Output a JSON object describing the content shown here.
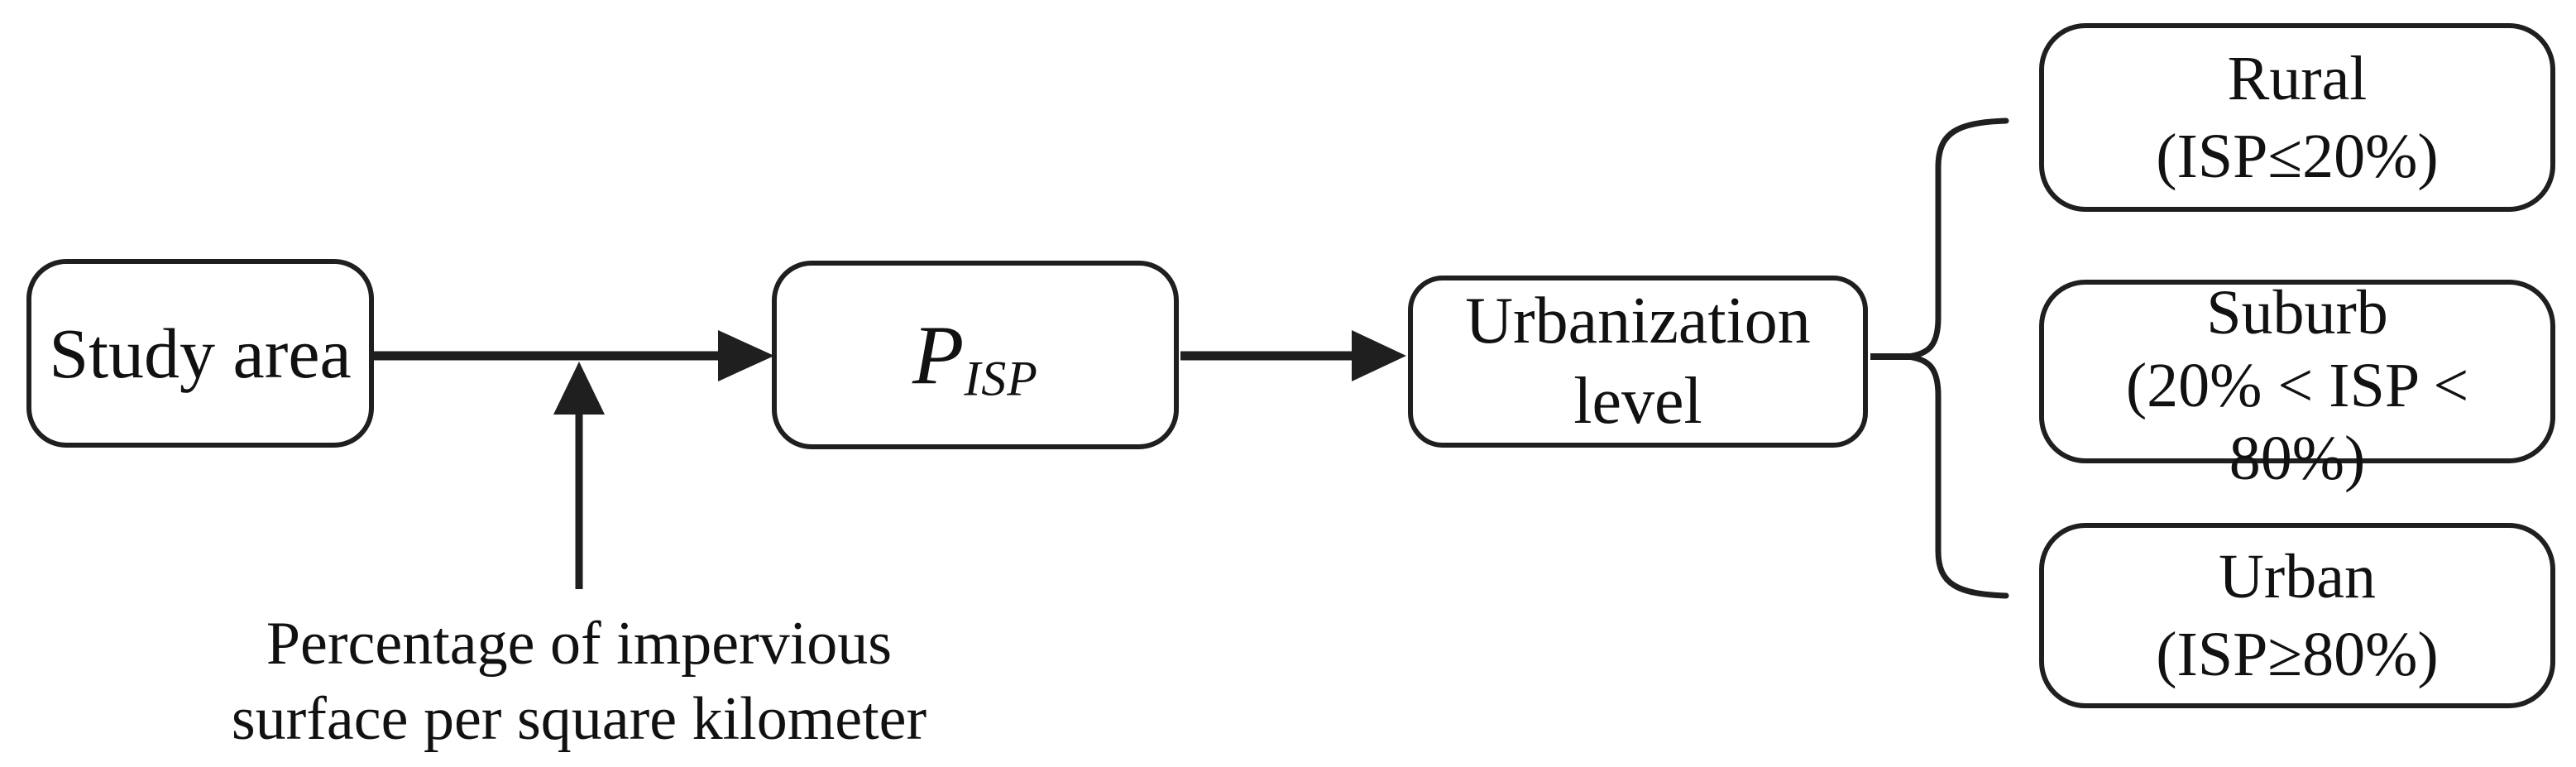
{
  "diagram": {
    "nodes": {
      "study_area": {
        "label": "Study area"
      },
      "p_isp": {
        "base": "P",
        "subscript": "ISP"
      },
      "urbanization": {
        "line1": "Urbanization",
        "line2": "level"
      },
      "rural": {
        "line1": "Rural",
        "line2": "(ISP≤20%)"
      },
      "suburb": {
        "line1": "Suburb",
        "line2": "(20% < ISP <",
        "line3": "80%)"
      },
      "urban": {
        "line1": "Urban",
        "line2": "(ISP≥80%)"
      }
    },
    "annotation": {
      "line1": "Percentage of impervious",
      "line2": "surface per square kilometer"
    },
    "connectors": {
      "study_to_pisp": "arrow-right",
      "annotation_to_flow": "arrow-up",
      "pisp_to_urbanization": "arrow-right",
      "urbanization_to_levels": "curly-brace-right"
    },
    "colors": {
      "stroke": "#1f1f1f",
      "text": "#111111",
      "background": "#ffffff"
    }
  }
}
